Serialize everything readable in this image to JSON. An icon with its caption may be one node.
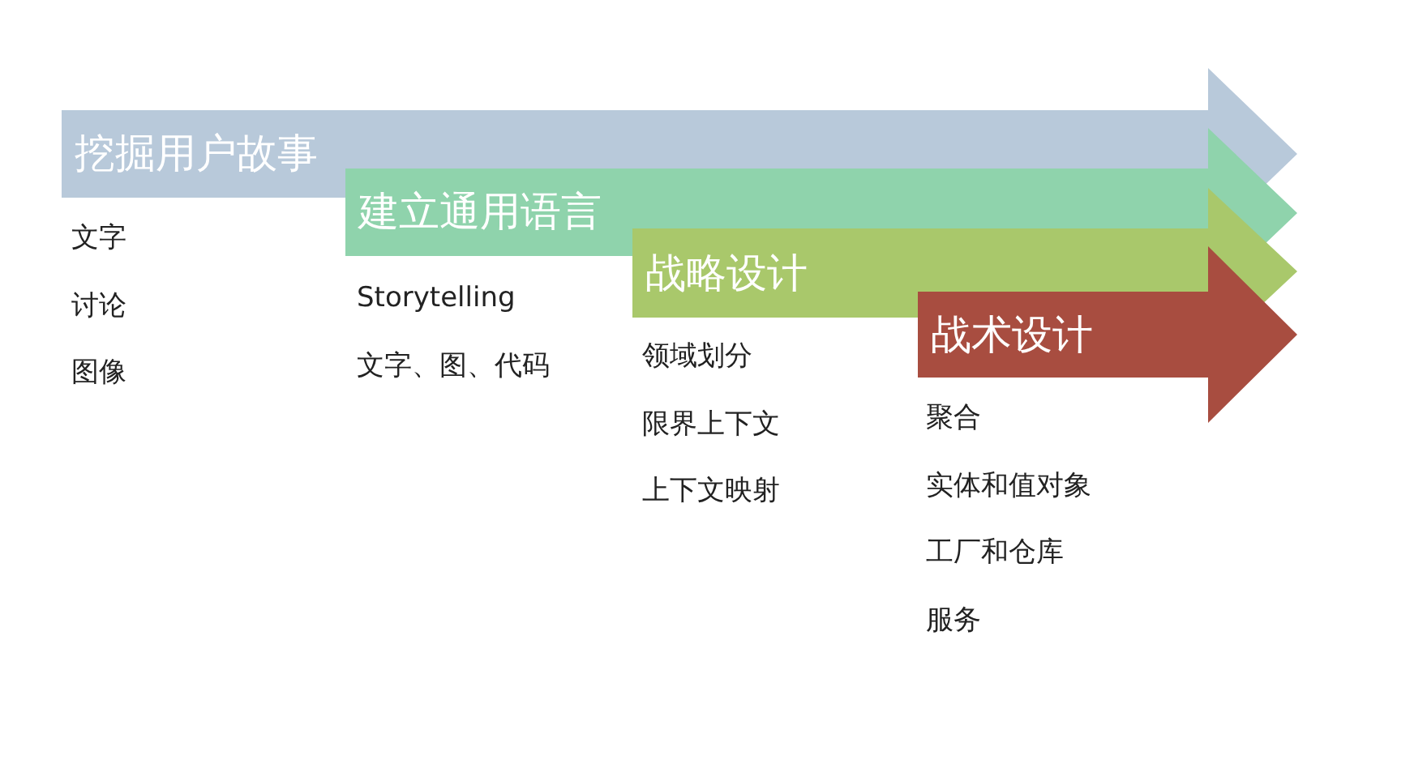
{
  "diagram": {
    "nodes": [
      {
        "text": [
          "挖掘用户故事"
        ],
        "beside": [
          "文字",
          "讨论",
          "图像"
        ]
      },
      {
        "text": [
          "建立通用语言"
        ],
        "beside": [
          "Storytelling",
          "文字、图、代码"
        ]
      },
      {
        "text": [
          "战略设计"
        ],
        "beside": [
          "领域划分",
          "限界上下文",
          "上下文映射"
        ]
      },
      {
        "text": [
          "战术设计"
        ],
        "beside": [
          "聚合",
          "实体和值对象",
          "工厂和仓库",
          "服务"
        ]
      }
    ]
  }
}
